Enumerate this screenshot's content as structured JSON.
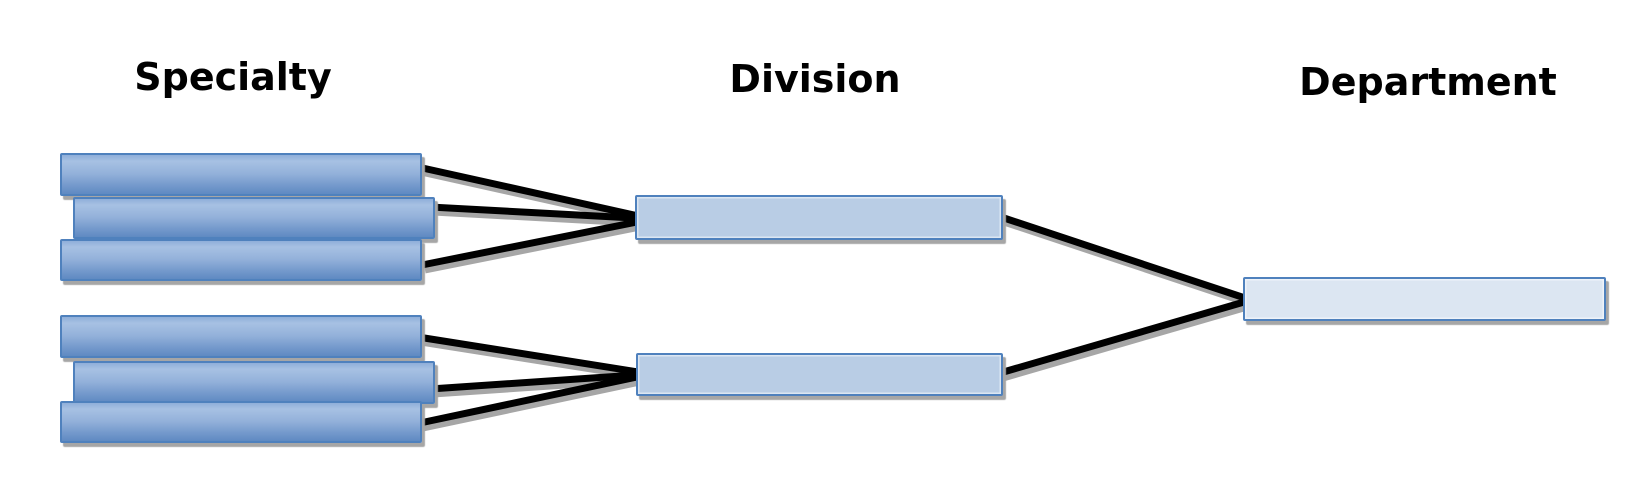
{
  "titles": {
    "specialty": "Specialty",
    "division": "Division",
    "department": "Department"
  },
  "colors": {
    "background": "#ffffff",
    "title_text": "#000000",
    "box_border": "#4f81bd",
    "specialty_fill_top": "#a7c1e3",
    "specialty_fill_bottom": "#5f8ac2",
    "division_fill": "#b9cde5",
    "department_fill": "#dce6f2",
    "connector_line": "#000000",
    "drop_shadow": "#a6a6a6"
  },
  "diagram": {
    "type": "many-to-one mapping diagram",
    "columns": [
      {
        "id": "specialty",
        "label": "Specialty",
        "node_count": 6,
        "nodes_have_text": false
      },
      {
        "id": "division",
        "label": "Division",
        "node_count": 2,
        "nodes_have_text": false
      },
      {
        "id": "department",
        "label": "Department",
        "node_count": 1,
        "nodes_have_text": false
      }
    ],
    "edges": [
      {
        "from": "specialty-1",
        "to": "division-1"
      },
      {
        "from": "specialty-2",
        "to": "division-1"
      },
      {
        "from": "specialty-3",
        "to": "division-1"
      },
      {
        "from": "specialty-4",
        "to": "division-2"
      },
      {
        "from": "specialty-5",
        "to": "division-2"
      },
      {
        "from": "specialty-6",
        "to": "division-2"
      },
      {
        "from": "division-1",
        "to": "department-1"
      },
      {
        "from": "division-2",
        "to": "department-1"
      }
    ]
  }
}
